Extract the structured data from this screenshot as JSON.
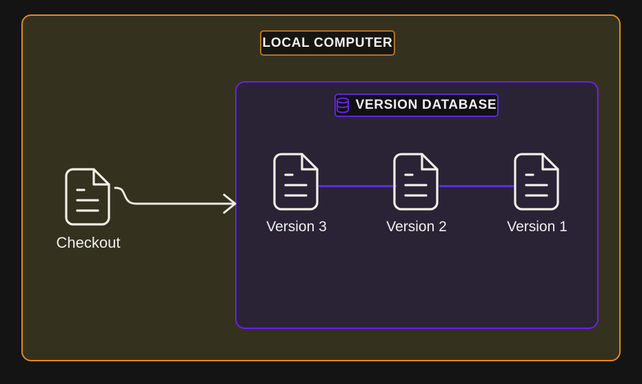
{
  "diagram": {
    "type": "version-control-architecture",
    "background_color": "#141414",
    "outer_container": {
      "title": "LOCAL COMPUTER",
      "border_color": "#e08b20",
      "fill_color": "#35311f"
    },
    "inner_container": {
      "title": "VERSION DATABASE",
      "icon": "database-icon",
      "border_color": "#6b21e8",
      "fill_color": "#2a2336"
    },
    "nodes": [
      {
        "id": "checkout",
        "label": "Checkout",
        "icon": "file-icon"
      },
      {
        "id": "version3",
        "label": "Version 3",
        "icon": "file-icon"
      },
      {
        "id": "version2",
        "label": "Version 2",
        "icon": "file-icon"
      },
      {
        "id": "version1",
        "label": "Version 1",
        "icon": "file-icon"
      }
    ],
    "connections": [
      {
        "from": "checkout",
        "to": "version3",
        "style": "arrow",
        "color": "#ffffff"
      },
      {
        "from": "version3",
        "to": "version2",
        "style": "line",
        "color": "#5b2ee0"
      },
      {
        "from": "version2",
        "to": "version1",
        "style": "line",
        "color": "#5b2ee0"
      }
    ]
  }
}
